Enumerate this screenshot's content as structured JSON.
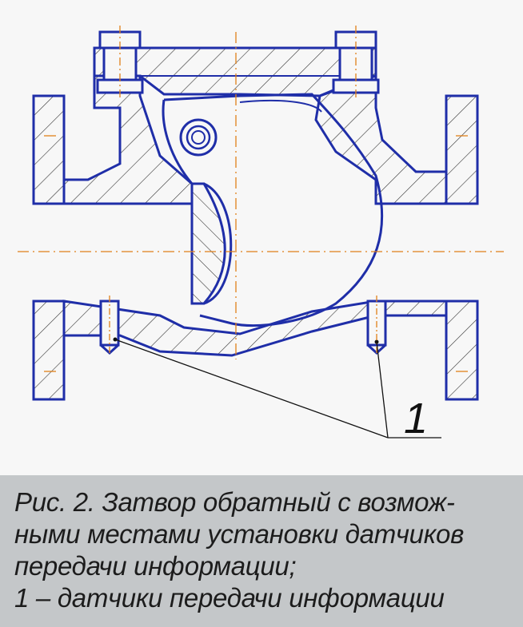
{
  "figure": {
    "callout_label": "1"
  },
  "caption": {
    "line1": "Рис. 2. Затвор обратный с возмож-",
    "line2": "ными местами установки датчиков",
    "line3": "передачи информации;",
    "line4": "1 – датчики передачи информации"
  },
  "colors": {
    "outline": "#1f2ea8",
    "centerline": "#e0801a",
    "hatch": "#333333",
    "leader": "#111111",
    "caption_bg": "#c4c7c9"
  }
}
